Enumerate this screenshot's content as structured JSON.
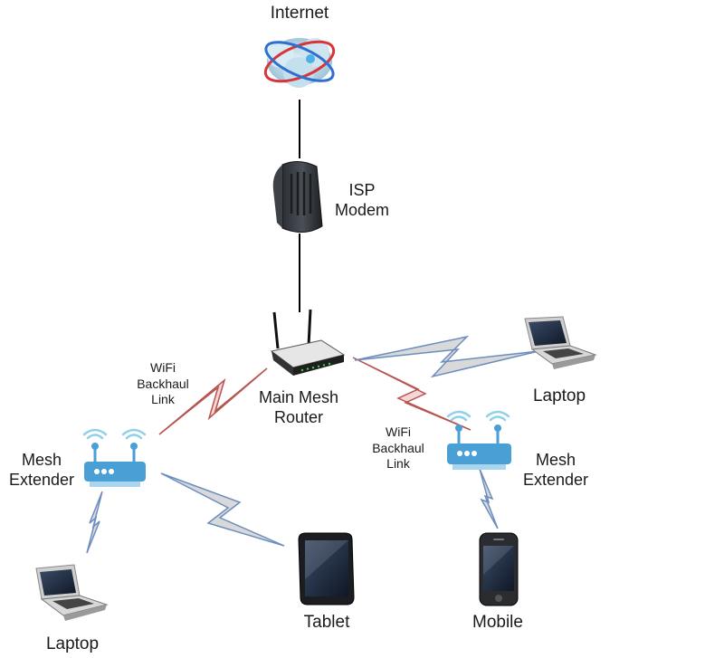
{
  "nodes": {
    "internet": "Internet",
    "isp_modem": [
      "ISP",
      "Modem"
    ],
    "main_router": [
      "Main Mesh",
      "Router"
    ],
    "left_extender": [
      "Mesh",
      "Extender"
    ],
    "right_extender": [
      "Mesh",
      "Extender"
    ],
    "laptop_top_right": "Laptop",
    "laptop_bottom_left": "Laptop",
    "tablet": "Tablet",
    "mobile": "Mobile"
  },
  "links": {
    "backhaul_left": [
      "WiFi",
      "Backhaul",
      "Link"
    ],
    "backhaul_right": [
      "WiFi",
      "Backhaul",
      "Link"
    ]
  },
  "colors": {
    "backhaul_fill": "#f4d6d6",
    "backhaul_stroke": "#b85450",
    "client_fill": "#d9d9d9",
    "client_stroke": "#6c8ebf",
    "wired": "#000000",
    "extender_blue": "#4a9fd4",
    "wifi_wave": "#8fd0ea"
  },
  "icons": [
    "cloud-globe-icon",
    "modem-icon",
    "router-icon",
    "mesh-extender-icon",
    "laptop-icon",
    "tablet-icon",
    "mobile-phone-icon"
  ]
}
